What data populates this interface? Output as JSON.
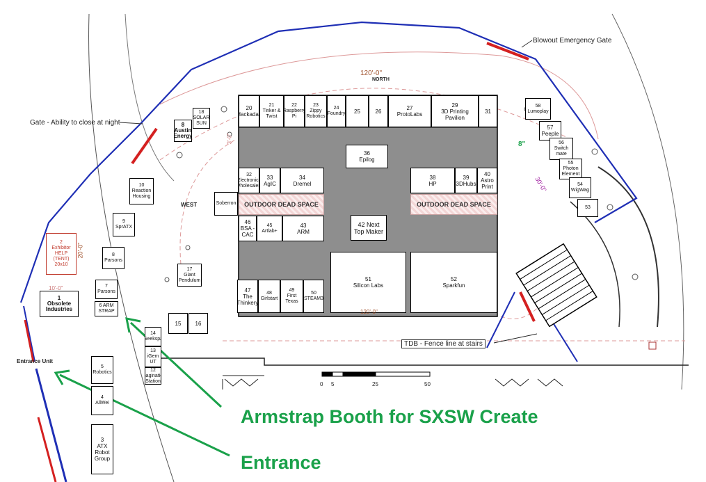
{
  "labels": {
    "blowout_gate": "Blowout Emergency Gate",
    "gate_night": "Gate - Ability to close at night",
    "north": "NORTH",
    "west": "WEST",
    "entrance_unit": "Entrance Unit",
    "fence_line": "TDB - Fence line at stairs",
    "dim_top": "120'-0\"",
    "dim_bottom": "120'-0\"",
    "dim_left_v": "20'-0\"",
    "dim_right": "30'-0\"",
    "dim_tent_top": "10'-0\"",
    "dim_small": "8\"",
    "dim_vertical_mid": "3'-0\"",
    "annot_armstrap": "Armstrap Booth for SXSW Create",
    "annot_entrance": "Entrance"
  },
  "scale": {
    "ticks": [
      "0",
      "5",
      "25",
      "50"
    ]
  },
  "dead_space": [
    "OUTDOOR DEAD SPACE",
    "OUTDOOR DEAD SPACE"
  ],
  "booths": {
    "b20": "20\nHackaday",
    "b21": "21\nTinker &\nTwist",
    "b22": "22\nRaspberry\nPi",
    "b23": "23\nZippy\nRobotics",
    "b24": "24\nFoundry",
    "b25": "25",
    "b26": "26",
    "b27": "27\nProtoLabs",
    "b29": "29\n3D Printing\nPavilion",
    "b31": "31",
    "b36": "36\nEpilog",
    "b32": "32\nElectronics\nWholesalers",
    "b33": "33\nAgIC",
    "b34": "34\nDremel",
    "b38": "38\nHP",
    "b39": "39\n3DHubs",
    "b40": "40\nAstro\nPrint",
    "sobertron": "Soberron",
    "b46": "46\nBSA -\nCAC",
    "b45": "45\nArtlab+",
    "b43": "43\nARM",
    "b42": "42 Next\nTop Maker",
    "b47": "47\nThe\nThinkery",
    "b48": "48\nGirlstart",
    "b49": "49\nFirst\nTexas",
    "b50": "50\nSTEAM3",
    "b51": "51\nSilicon Labs",
    "b52": "52\nSparkfun",
    "b58": "58\nLumoplay",
    "b57": "57\nPeeple",
    "b56": "56\nSwitch\nmate",
    "b55": "55\nPhoton\nElement",
    "b54": "54\nWigWag",
    "b53": "53",
    "b8": "8\nAustin\nEnergy",
    "b18": "18\nSOLAR\nSUN",
    "b10": "10\nReaction\nHousing",
    "b9": "9\nSprATX",
    "b8b": "8\nParsons",
    "b7": "7\nParsons",
    "b6": "6 ARM\nSTRAP",
    "b1": "1\nObsolete\nIndustries",
    "b2": "2\nExhibitor\nHELP\n(TENT)\n20x10",
    "b17": "17\nGiant\nPendulum",
    "b15": "15",
    "b16": "16",
    "b14": "14\nGeekspa",
    "b13": "13\niGem\nUT",
    "b12": "12\nImagination\nStation",
    "b5": "5\nRobotics",
    "b4": "4\nAllWei",
    "b3": "3\nATX\nRobot\nGroup"
  },
  "colors": {
    "fence_blue": "#1f2fb5",
    "gate_red": "#d42020",
    "floor_gray": "#8e8e8e",
    "annotation_green": "#1aa14a",
    "dim_line": "#c77"
  }
}
